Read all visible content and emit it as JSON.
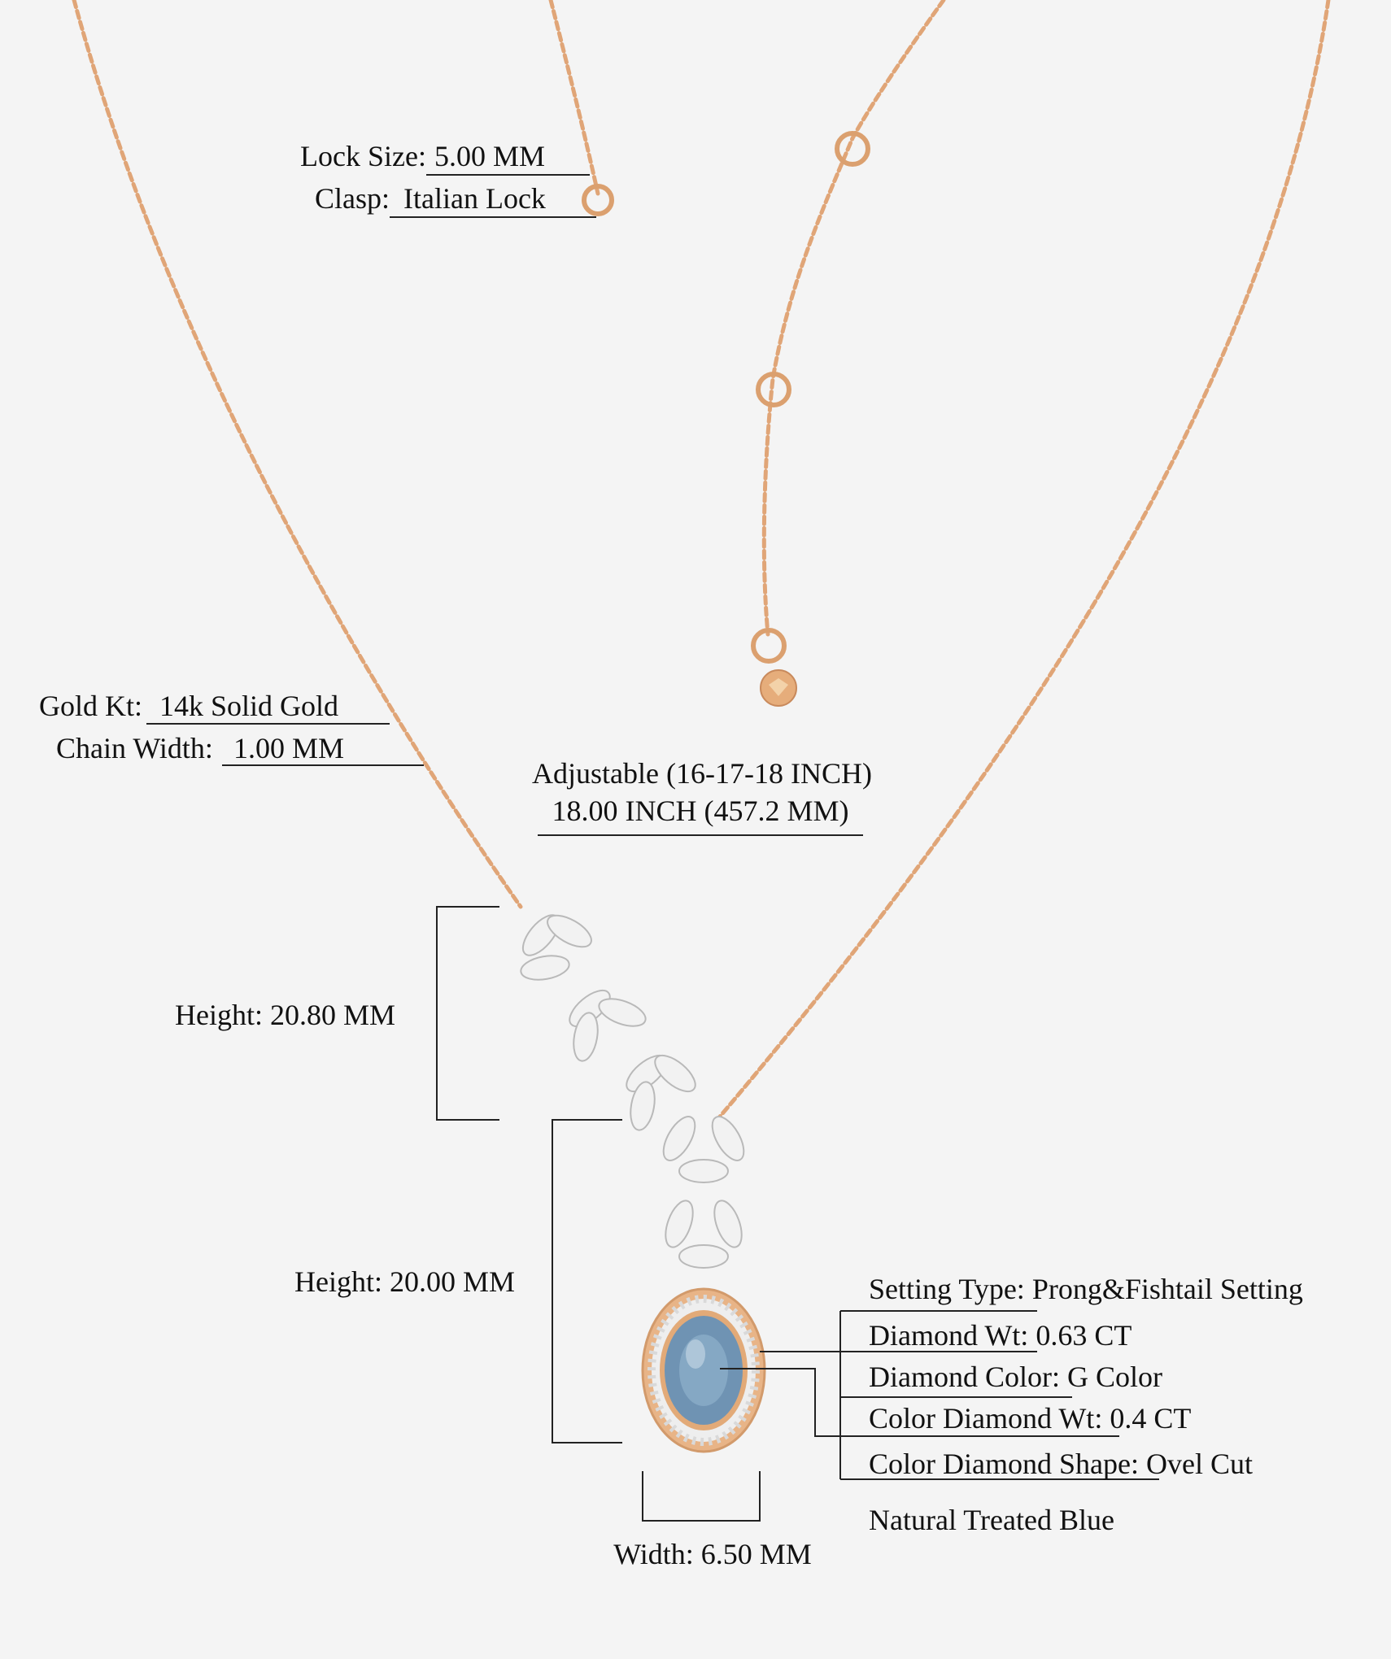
{
  "colors": {
    "background": "#f4f4f4",
    "gold": "#e0a577",
    "stone_blue": "#6f93b3",
    "text": "#111111"
  },
  "labels": {
    "lock_size": {
      "key": "Lock Size:",
      "value": "5.00 MM"
    },
    "clasp": {
      "key": "Clasp:",
      "value": "Italian Lock"
    },
    "gold_kt": {
      "key": "Gold Kt:",
      "value": "14k Solid Gold"
    },
    "chain_width": {
      "key": "Chain Width:",
      "value": "1.00 MM"
    },
    "length_adjustable": "Adjustable (16-17-18 INCH)",
    "length": "18.00 INCH (457.2 MM)",
    "height_top": "Height: 20.80 MM",
    "height_bottom": "Height: 20.00 MM",
    "width": "Width: 6.50 MM",
    "setting_type": {
      "key": "Setting Type:",
      "value": "Prong&Fishtail Setting"
    },
    "diamond_wt": {
      "key": "Diamond Wt:",
      "value": "0.63 CT"
    },
    "diamond_color": {
      "key": "Diamond Color:",
      "value": "G Color"
    },
    "color_diamond_wt": {
      "key": "Color Diamond Wt:",
      "value": "0.4 CT"
    },
    "color_diamond_shape": {
      "key": "Color Diamond Shape:",
      "value": "Ovel Cut"
    },
    "stone_type": "Natural Treated Blue"
  }
}
